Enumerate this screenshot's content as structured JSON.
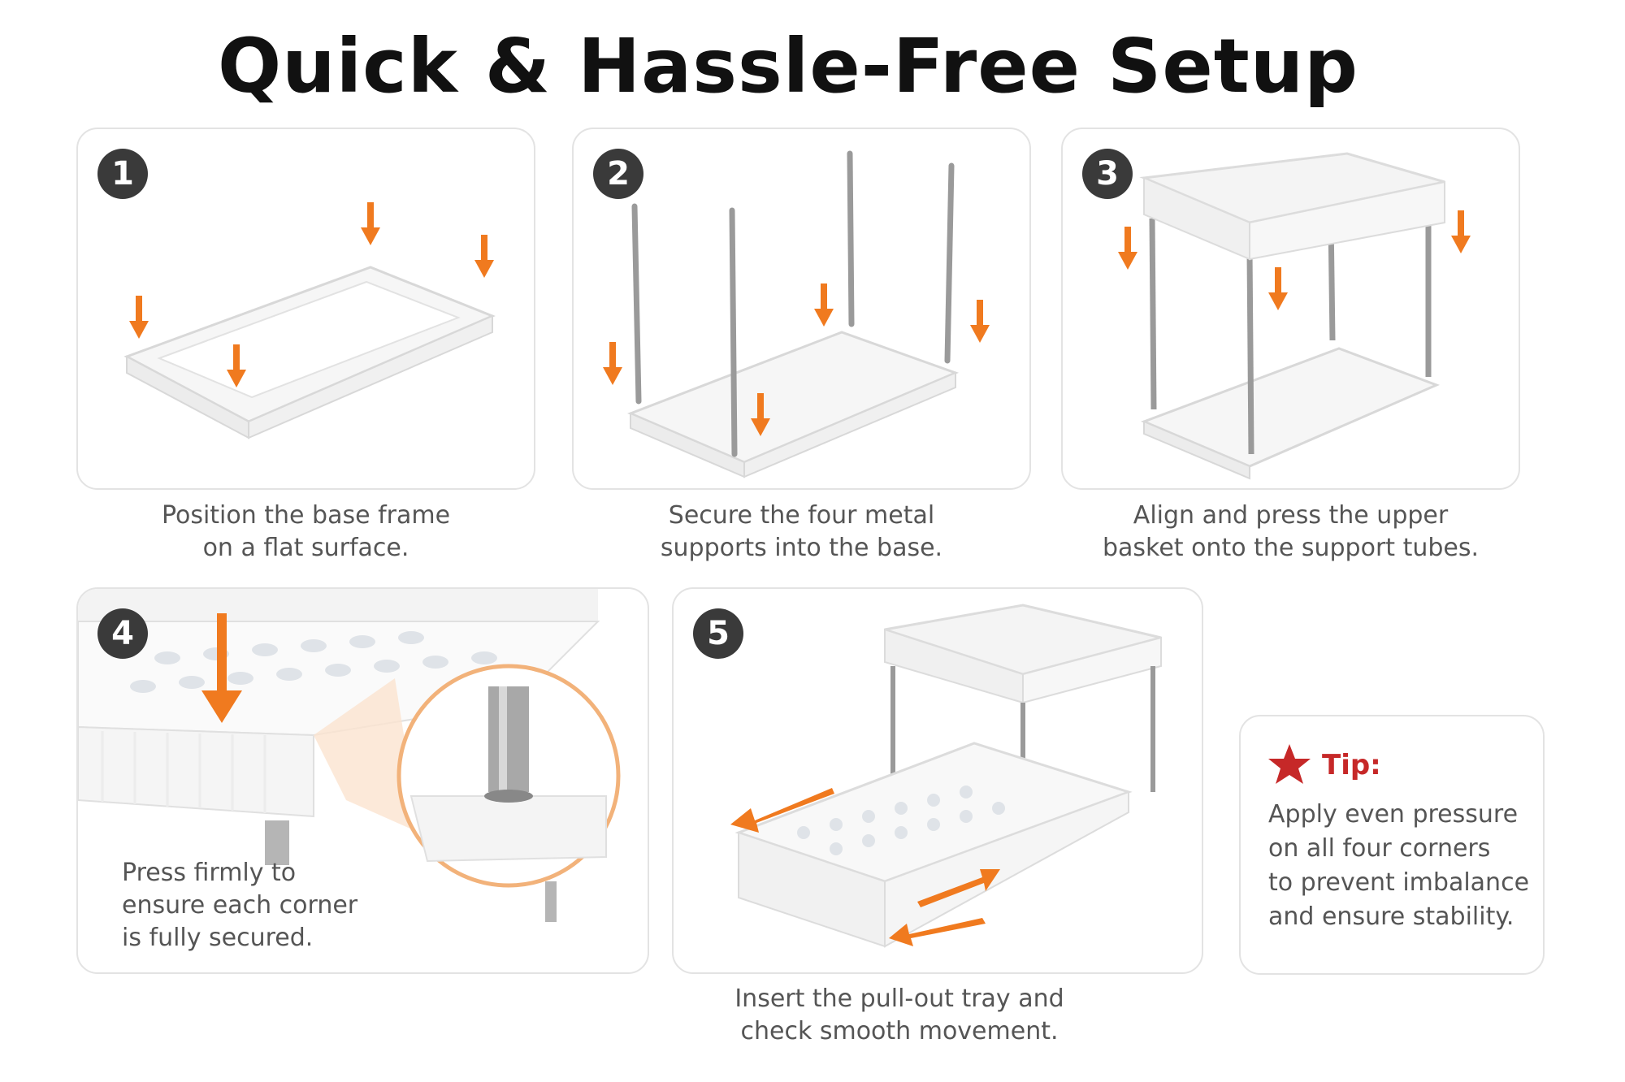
{
  "title": "Quick & Hassle-Free Setup",
  "steps": [
    {
      "number": "1",
      "caption_line1": "Position the base frame",
      "caption_line2": "on a flat surface."
    },
    {
      "number": "2",
      "caption_line1": "Secure the four metal",
      "caption_line2": "supports into the base."
    },
    {
      "number": "3",
      "caption_line1": "Align and press the upper",
      "caption_line2": "basket onto the support tubes."
    },
    {
      "number": "4",
      "caption_line1": "Press firmly to",
      "caption_line2": "ensure each corner",
      "caption_line3": "is fully secured."
    },
    {
      "number": "5",
      "caption_line1": "Insert the pull-out tray and",
      "caption_line2": "check smooth movement."
    }
  ],
  "tip": {
    "title": "Tip:",
    "line1": "Apply even pressure",
    "line2": "on all four corners",
    "line3": "to prevent imbalance",
    "line4": "and ensure stability."
  },
  "colors": {
    "arrow": "#f07a1f",
    "badge": "#3a3a3a",
    "tip_star": "#c62828",
    "border": "#e3e3e3"
  },
  "icons": {
    "tip": "star-icon",
    "direction": "arrow-down-icon"
  }
}
